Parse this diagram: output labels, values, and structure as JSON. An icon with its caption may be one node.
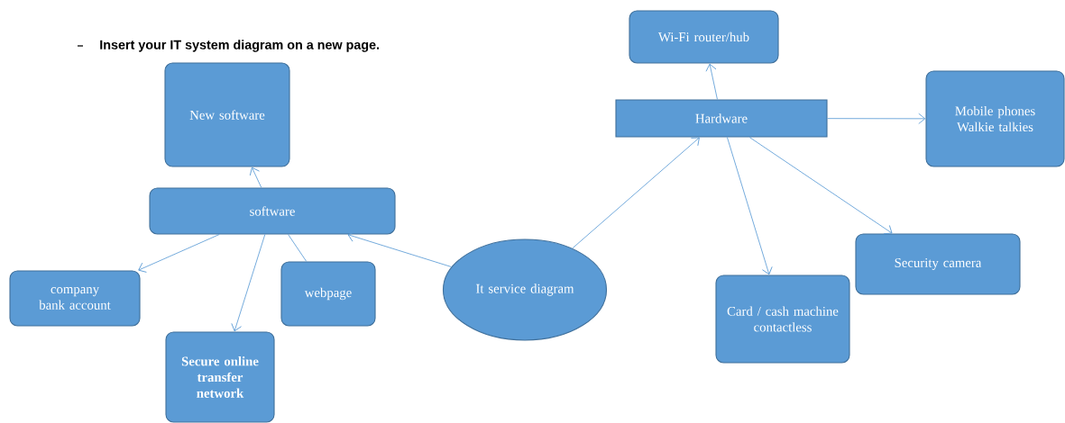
{
  "diagram": {
    "nodes": [
      {
        "text": [
          "New software"
        ]
      },
      {
        "text": [
          "software"
        ]
      },
      {
        "text": [
          "company bank account"
        ]
      },
      {
        "text": [
          "Secure online transfer network"
        ]
      },
      {
        "text": [
          "webpage"
        ]
      },
      {
        "text": [
          "It service diagram"
        ]
      },
      {
        "text": [
          "Hardware"
        ]
      },
      {
        "text": [
          "Wi-Fi router/hub"
        ]
      },
      {
        "text": [
          "Mobile phones Walkie talkies"
        ]
      },
      {
        "text": [
          "Card / cash machine contactless"
        ]
      },
      {
        "text": [
          "Security camera"
        ]
      }
    ],
    "edges": [
      {
        "from": 1,
        "to": 0,
        "arrow": "to"
      },
      {
        "from": 1,
        "to": 2,
        "arrow": "to"
      },
      {
        "from": 1,
        "to": 3,
        "arrow": "to"
      },
      {
        "from": 4,
        "to": 1,
        "arrow": "none"
      },
      {
        "from": 5,
        "to": 1,
        "arrow": "to"
      },
      {
        "from": 5,
        "to": 6,
        "arrow": "to"
      },
      {
        "from": 6,
        "to": 7,
        "arrow": "to"
      },
      {
        "from": 6,
        "to": 8,
        "arrow": "to"
      },
      {
        "from": 6,
        "to": 9,
        "arrow": "to"
      },
      {
        "from": 6,
        "to": 10,
        "arrow": "to"
      }
    ],
    "labels": [
      "Insert your IT system diagram on a new page."
    ]
  }
}
